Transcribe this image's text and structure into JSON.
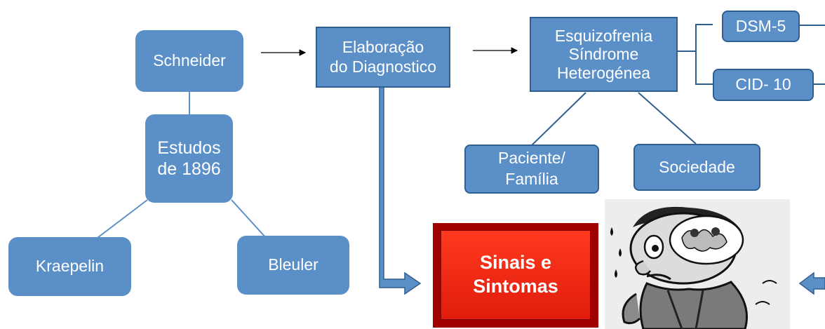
{
  "nodes": {
    "schneider": "Schneider",
    "estudos": "Estudos\nde 1896",
    "kraepelin": "Kraepelin",
    "bleuler": "Bleuler",
    "elaboracao": "Elaboração\ndo Diagnostico",
    "esquizofrenia": "Esquizofrenia\nSíndrome\nHeterogénea",
    "paciente": "Paciente/\nFamília",
    "sociedade": "Sociedade",
    "dsm": "DSM-5",
    "cid": "CID- 10",
    "sinais": "Sinais e\nSintomas"
  },
  "colors": {
    "node_fill": "#5b8fc7",
    "node_border": "#2f5f91",
    "connector": "#4a7ab0",
    "sinais_fill": "#e01c0c",
    "sinais_frame": "#a10000"
  },
  "image": {
    "icon": "cartoon-confused-man"
  }
}
